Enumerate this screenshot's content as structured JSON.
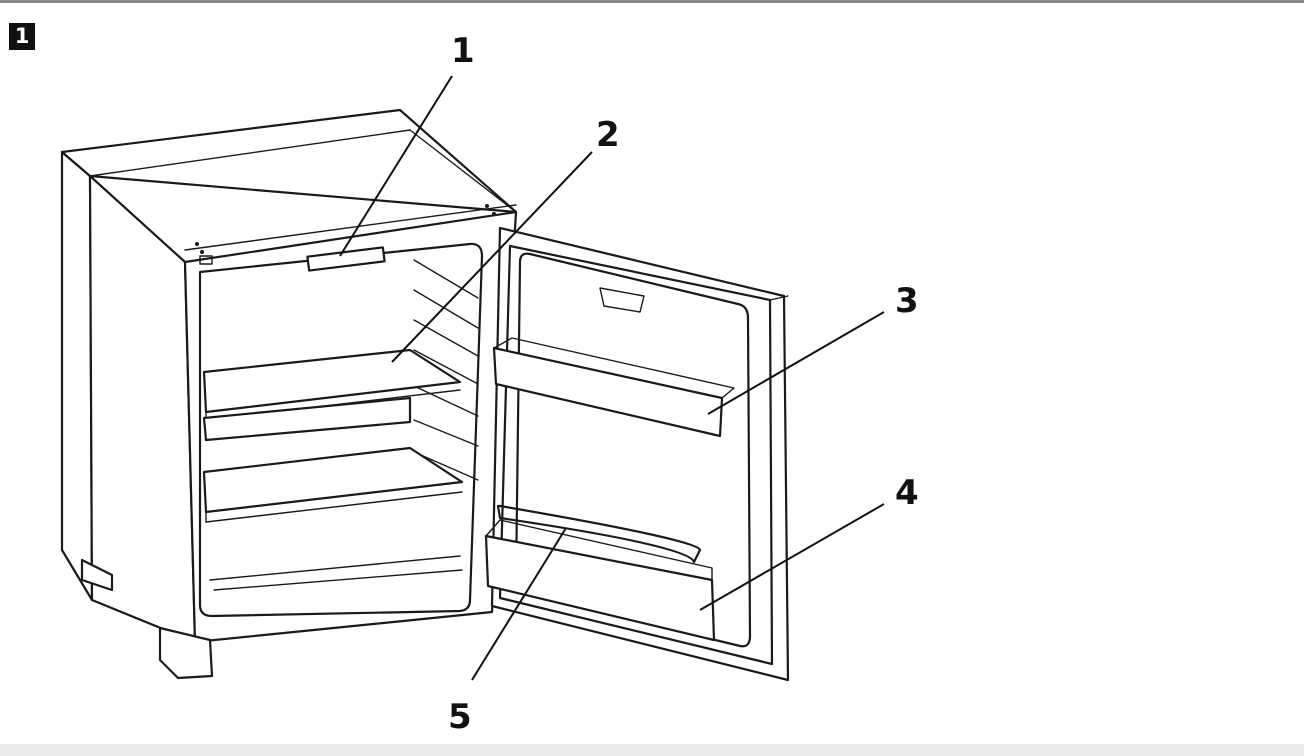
{
  "figure": {
    "badge": "1"
  },
  "callouts": [
    {
      "number": "1",
      "part": "freezer-compartment-control"
    },
    {
      "number": "2",
      "part": "shelf"
    },
    {
      "number": "3",
      "part": "upper-door-rack"
    },
    {
      "number": "4",
      "part": "lower-door-rack"
    },
    {
      "number": "5",
      "part": "bottle-rail"
    }
  ],
  "colors": {
    "line": "#1a1a1a",
    "background": "#ffffff",
    "badge": "#111111"
  }
}
